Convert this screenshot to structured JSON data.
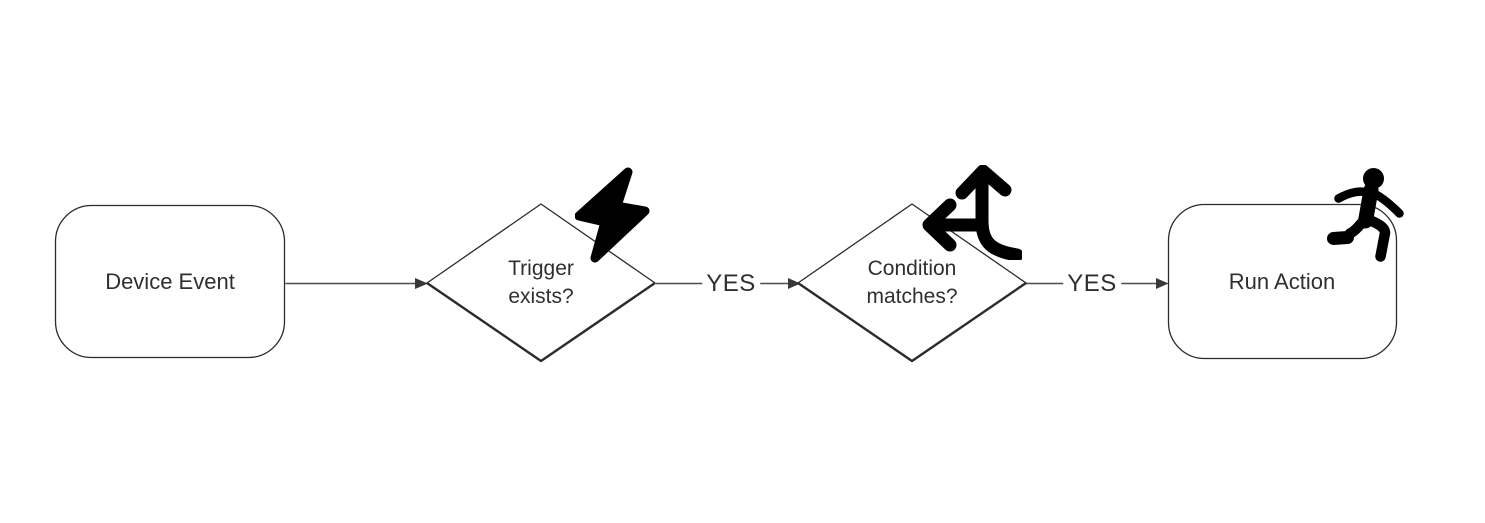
{
  "diagram": {
    "type": "flowchart",
    "orientation": "left-to-right",
    "nodes": [
      {
        "id": "device-event",
        "shape": "rounded-rect",
        "label": "Device Event",
        "icon": null
      },
      {
        "id": "trigger-exists",
        "shape": "diamond",
        "label": "Trigger\nexists?",
        "icon": "lightning-icon"
      },
      {
        "id": "condition-matches",
        "shape": "diamond",
        "label": "Condition\nmatches?",
        "icon": "split-arrows-icon"
      },
      {
        "id": "run-action",
        "shape": "rounded-rect",
        "label": "Run Action",
        "icon": "runner-icon"
      }
    ],
    "edges": [
      {
        "from": "device-event",
        "to": "trigger-exists",
        "label": ""
      },
      {
        "from": "trigger-exists",
        "to": "condition-matches",
        "label": "YES"
      },
      {
        "from": "condition-matches",
        "to": "run-action",
        "label": "YES"
      }
    ],
    "colors": {
      "background": "#ffffff",
      "shape_border": "#2b2b2b",
      "text": "#2f2f2f",
      "connector": "#4d4d4d",
      "arrowhead": "#383838",
      "icon": "#000000"
    }
  }
}
